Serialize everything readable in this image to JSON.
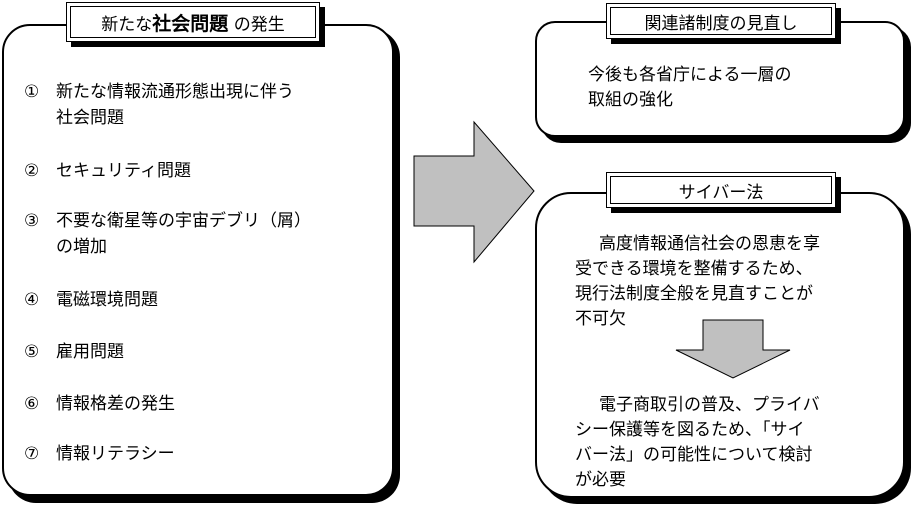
{
  "left_panel": {
    "title_prefix": "新たな",
    "title_bold": "社会問題",
    "title_suffix": "の発生",
    "items": [
      {
        "num": "①",
        "lines": [
          "新たな情報流通形態出現に伴う",
          "社会問題"
        ]
      },
      {
        "num": "②",
        "lines": [
          "セキュリティ問題"
        ]
      },
      {
        "num": "③",
        "lines": [
          "不要な衛星等の宇宙デブリ（屑）",
          "の増加"
        ]
      },
      {
        "num": "④",
        "lines": [
          "電磁環境問題"
        ]
      },
      {
        "num": "⑤",
        "lines": [
          "雇用問題"
        ]
      },
      {
        "num": "⑥",
        "lines": [
          "情報格差の発生"
        ]
      },
      {
        "num": "⑦",
        "lines": [
          "情報リテラシー"
        ]
      }
    ]
  },
  "top_right_panel": {
    "title": "関連諸制度の見直し",
    "lines": [
      "今後も各省庁による一層の",
      "取組の強化"
    ]
  },
  "bottom_right_panel": {
    "title": "サイバー法",
    "para1": [
      "高度情報通信社会の恩恵を享",
      "受できる環境を整備するため、",
      "現行法制度全般を見直すことが",
      "不可欠"
    ],
    "para2": [
      "電子商取引の普及、プライバ",
      "シー保護等を図るため、「サイ",
      "バー法」の可能性について検討",
      "が必要"
    ]
  },
  "colors": {
    "arrow_fill": "#c0c0c0",
    "stroke": "#000000",
    "background": "#ffffff"
  }
}
